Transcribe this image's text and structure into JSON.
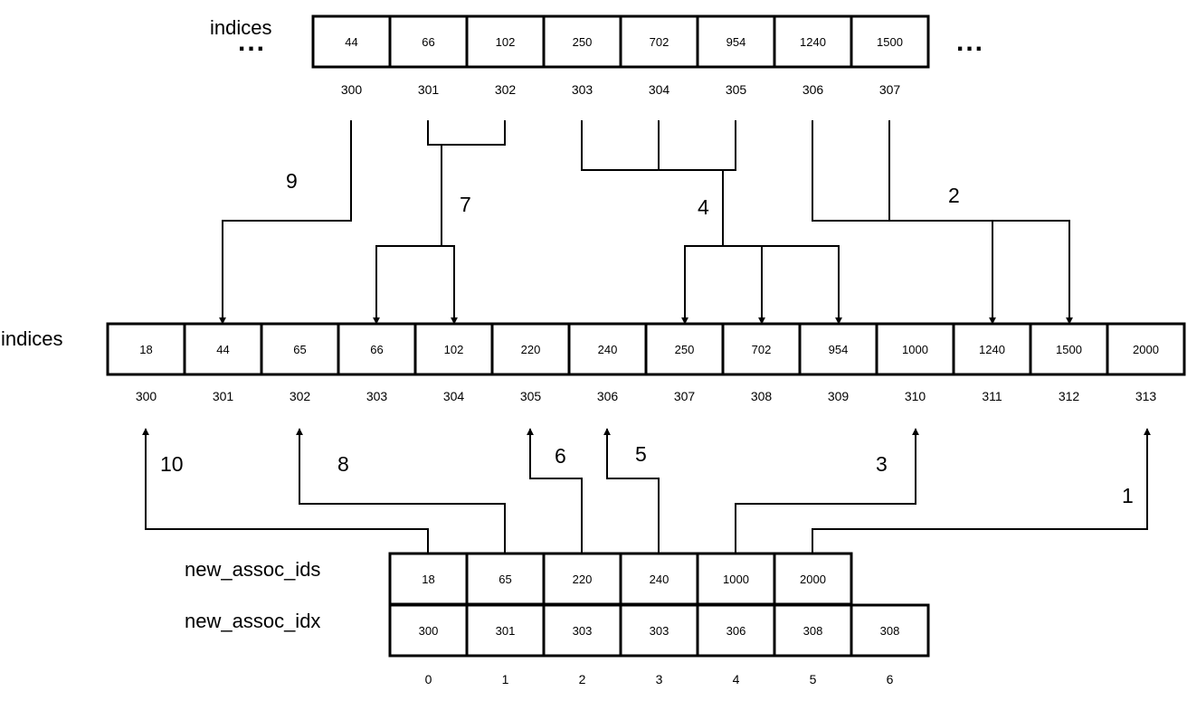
{
  "labels": {
    "top_indices": "indices",
    "mid_indices": "indices",
    "new_ids": "new_assoc_ids",
    "new_idx": "new_assoc_idx",
    "ellipsis_left": "...",
    "ellipsis_right": "..."
  },
  "top_array": {
    "values": [
      "44",
      "66",
      "102",
      "250",
      "702",
      "954",
      "1240",
      "1500"
    ],
    "indices": [
      "300",
      "301",
      "302",
      "303",
      "304",
      "305",
      "306",
      "307"
    ]
  },
  "mid_array": {
    "values": [
      "18",
      "44",
      "65",
      "66",
      "102",
      "220",
      "240",
      "250",
      "702",
      "954",
      "1000",
      "1240",
      "1500",
      "2000"
    ],
    "indices": [
      "300",
      "301",
      "302",
      "303",
      "304",
      "305",
      "306",
      "307",
      "308",
      "309",
      "310",
      "311",
      "312",
      "313"
    ]
  },
  "new_assoc_ids": [
    "18",
    "65",
    "220",
    "240",
    "1000",
    "2000"
  ],
  "new_assoc_idx": [
    "300",
    "301",
    "303",
    "303",
    "306",
    "308",
    "308"
  ],
  "bottom_positions": [
    "0",
    "1",
    "2",
    "3",
    "4",
    "5",
    "6"
  ],
  "steps": {
    "s1": "1",
    "s2": "2",
    "s3": "3",
    "s4": "4",
    "s5": "5",
    "s6": "6",
    "s7": "7",
    "s8": "8",
    "s9": "9",
    "s10": "10"
  }
}
